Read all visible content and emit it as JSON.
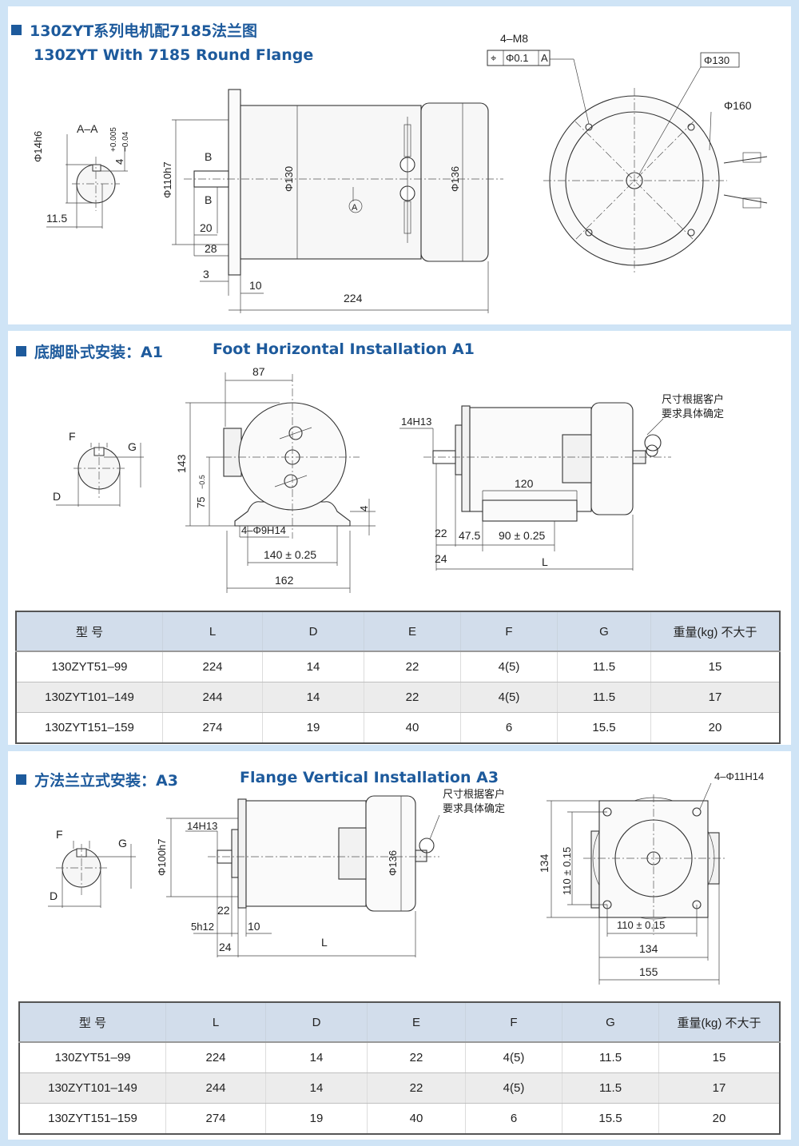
{
  "section1": {
    "title_cn": "130ZYT系列电机配7185法兰图",
    "title_en": "130ZYT With 7185 Round Flange",
    "dims": {
      "d14h6": "Φ14h6",
      "aa": "A–A",
      "tol": "4",
      "tol_up": "+0.005",
      "tol_dn": "−0.04",
      "d115": "11.5",
      "d110h7": "Φ110h7",
      "b1": "B",
      "b2": "B",
      "d20": "20",
      "d28": "28",
      "d3": "3",
      "d10": "10",
      "d224": "224",
      "d130": "Φ130",
      "d136": "Φ136",
      "datum": "A",
      "m8": "4–M8",
      "tolsym": "⌖",
      "tolval": "Φ0.1",
      "tolref": "A",
      "c130": "Φ130",
      "c160": "Φ160"
    }
  },
  "section2": {
    "title_cn": "底脚卧式安装：A1",
    "title_en": "Foot Horizontal Installation A1",
    "dims": {
      "f": "F",
      "g": "G",
      "d": "D",
      "d87": "87",
      "d143": "143",
      "d75": "75",
      "d75tol": "−0.5",
      "d4": "4",
      "holes": "4–Φ9H14",
      "d140": "140 ± 0.25",
      "d162": "162",
      "d14h13": "14H13",
      "note1": "尺寸根据客户",
      "note2": "要求具体确定",
      "d120": "120",
      "d22": "22",
      "d475": "47.5",
      "d90": "90 ± 0.25",
      "d24": "24",
      "l": "L"
    },
    "table": {
      "headers": [
        "型 号",
        "L",
        "D",
        "E",
        "F",
        "G",
        "重量(kg) 不大于"
      ],
      "rows": [
        [
          "130ZYT51–99",
          "224",
          "14",
          "22",
          "4(5)",
          "11.5",
          "15"
        ],
        [
          "130ZYT101–149",
          "244",
          "14",
          "22",
          "4(5)",
          "11.5",
          "17"
        ],
        [
          "130ZYT151–159",
          "274",
          "19",
          "40",
          "6",
          "15.5",
          "20"
        ]
      ]
    }
  },
  "section3": {
    "title_cn": "方法兰立式安装：A3",
    "title_en": "Flange Vertical Installation A3",
    "dims": {
      "f": "F",
      "g": "G",
      "d": "D",
      "d14h13": "14H13",
      "d100h7": "Φ100h7",
      "d136": "Φ136",
      "note1": "尺寸根据客户",
      "note2": "要求具体确定",
      "d22": "22",
      "d5h12": "5h12",
      "d10": "10",
      "d24": "24",
      "l": "L",
      "holes": "4–Φ11H14",
      "d134v": "134",
      "d110v": "110 ± 0.15",
      "d110h": "110 ± 0.15",
      "d134h": "134",
      "d155": "155"
    },
    "table": {
      "headers": [
        "型 号",
        "L",
        "D",
        "E",
        "F",
        "G",
        "重量(kg) 不大于"
      ],
      "rows": [
        [
          "130ZYT51–99",
          "224",
          "14",
          "22",
          "4(5)",
          "11.5",
          "15"
        ],
        [
          "130ZYT101–149",
          "244",
          "14",
          "22",
          "4(5)",
          "11.5",
          "17"
        ],
        [
          "130ZYT151–159",
          "274",
          "19",
          "40",
          "6",
          "15.5",
          "20"
        ]
      ]
    }
  }
}
